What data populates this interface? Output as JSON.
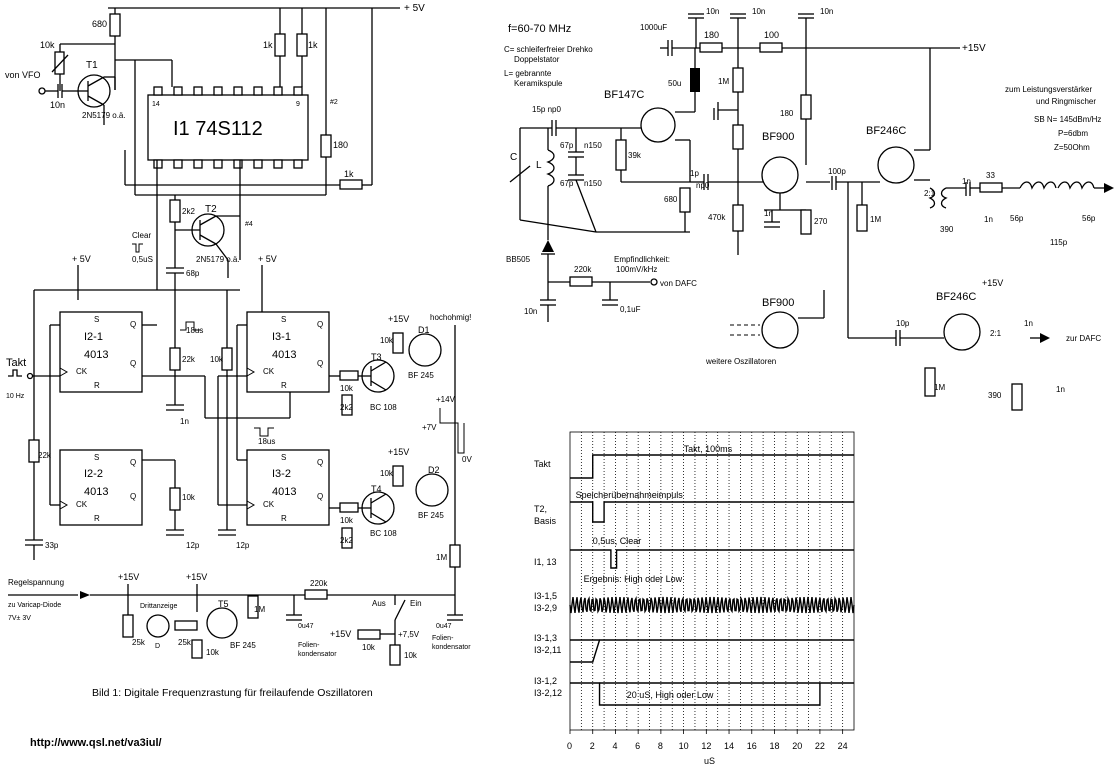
{
  "left": {
    "supply_5v": "+ 5V",
    "r680": "680",
    "r10k_top": "10k",
    "von_vfo": "von VFO",
    "c10n": "10n",
    "t1": "T1",
    "t1_type": "2N5179 o.ä.",
    "i1": "I1  74S112",
    "r1k_a": "1k",
    "r1k_b": "1k",
    "pin14": "14",
    "pin9": "9",
    "pin2_note": "#2",
    "r180": "180",
    "r1k_c": "1k",
    "clear": "Clear",
    "clear_time": "0,5uS",
    "r2k2": "2k2",
    "t2": "T2",
    "t2_type": "2N5179 o.ä.",
    "pin4_note": "#4",
    "c68p": "68p",
    "plus5v_a": "+ 5V",
    "plus5v_b": "+ 5V",
    "i2_1": "I2-1",
    "i2_1_type": "4013",
    "i2_2": "I2-2",
    "i2_2_type": "4013",
    "i3_1": "I3-1",
    "i3_1_type": "4013",
    "i3_2": "I3-2",
    "i3_2_type": "4013",
    "takt": "Takt",
    "takt_hz": "10 Hz",
    "pulse18": "18us",
    "r22k_a": "22k",
    "r22k_b": "22k",
    "c1n": "1n",
    "r10k_mid": "10k",
    "pulse18b": "18us",
    "r10k_i2": "10k",
    "c33p": "33p",
    "c12p_a": "12p",
    "c12p_b": "12p",
    "plus15v_t3": "+15V",
    "d1": "D1",
    "hochohmig": "hochohmig!",
    "t3": "T3",
    "bf245_a": "BF 245",
    "bc108_a": "BC 108",
    "r10k_t3": "10k",
    "r10k_t3b": "10k",
    "r2k2_t3": "2k2",
    "plus14v": "+14V",
    "plus7v": "+7V",
    "zero_v": "0V",
    "plus15v_t4": "+15V",
    "d2": "D2",
    "t4": "T4",
    "bf245_b": "BF 245",
    "bc108_b": "BC 108",
    "r10k_t4": "10k",
    "r10k_t4b": "10k",
    "r2k2_t4": "2k2",
    "r1m": "1M",
    "regelspannung": "Regelspannung",
    "varicap": "zu Varicap-Diode",
    "range": "7V± 3V",
    "plus15v_l1": "+15V",
    "plus15v_l2": "+15V",
    "dritanzeige": "Drittanzeige",
    "t5": "T5",
    "r25k_a": "25k",
    "d_label": "D",
    "r25k_b": "25k",
    "r10k_t5": "10k",
    "r1m_t5": "1M",
    "bf245_c": "BF 245",
    "r220k": "220k",
    "c0u47_a": "0u47",
    "folien_a1": "Folien-",
    "folien_a2": "kondensator",
    "aus": "Aus",
    "ein": "Ein",
    "plus15v_sw": "+15V",
    "r10k_sw": "10k",
    "plus7v5": "+7,5V",
    "r10k_sw2": "10k",
    "c0u47_b": "0u47",
    "folien_b1": "Folien-",
    "folien_b2": "kondensator",
    "caption": "Bild 1: Digitale Frequenzrastung für freilaufende Oszillatoren",
    "url": "http://www.qsl.net/va3iul/"
  },
  "right": {
    "freq": "f=60-70 MHz",
    "c_note": "C= schleiferfreier Drehko",
    "c_note2": "Doppelstator",
    "l_note": "L= gebrannte",
    "l_note2": "Keramikspule",
    "c1000u": "1000uF",
    "c10n_a": "10n",
    "c10n_b": "10n",
    "c10n_c": "10n",
    "r180_a": "180",
    "r100": "100",
    "plus15v": "+15V",
    "c15p": "15p  np0",
    "bf147c": "BF147C",
    "l50u": "50u",
    "r1m_a": "1M",
    "r180_b": "180",
    "zum_lv": "zum Leistungsverstärker",
    "ringmischer": "und Ringmischer",
    "sbn": "SB N= 145dBm/Hz",
    "p6": "P=6dbm",
    "z50": "Z=50Ohm",
    "c_lbl": "C",
    "l_lbl": "L",
    "c67p_a": "67p",
    "n150_a": "n150",
    "c67p_b": "67p",
    "n150_b": "n150",
    "r39k": "39k",
    "bf900_a": "BF900",
    "bf246c_a": "BF246C",
    "c1p": "1p",
    "np0": "np0",
    "c100p": "100p",
    "ratio_a": "2:1",
    "c1n_a": "1n",
    "r33": "33",
    "c56p_a": "56p",
    "c56p_b": "56p",
    "c115p": "115p",
    "r680": "680",
    "r470k": "470k",
    "c1n_b": "1n",
    "r270": "270",
    "r1m_b": "1M",
    "r390_a": "390",
    "c1n_c": "1n",
    "bb505": "BB505",
    "empf1": "Empfindlichkeit:",
    "empf2": "100mV/kHz",
    "r220k": "220k",
    "von_dafc": "von DAFC",
    "c10n_d": "10n",
    "c0_1uf": "0,1uF",
    "bf900_b": "BF900",
    "weitere": "weitere Oszillatoren",
    "bf246c_b": "BF246C",
    "plus15v_b": "+15V",
    "c10p": "10p",
    "ratio_b": "2:1",
    "c1n_d": "1n",
    "zur_dafc": "zur DAFC",
    "r1m_c": "1M",
    "r390_b": "390",
    "c1n_e": "1n"
  },
  "timing": {
    "xlabel": "uS",
    "ticks": [
      "0",
      "2",
      "4",
      "6",
      "8",
      "10",
      "12",
      "14",
      "16",
      "18",
      "20",
      "22",
      "24"
    ],
    "rows": [
      {
        "label": [
          "Takt"
        ],
        "note": "Takt, 100ms"
      },
      {
        "label": [
          "T2,",
          "Basis"
        ],
        "note": "Speicherübernahmeimpuls"
      },
      {
        "label": [
          "I1, 13"
        ],
        "note": "0,5us, Clear"
      },
      {
        "label": [
          "I3-1,5",
          "I3-2,9"
        ],
        "note": "Ergebnis: High oder Low"
      },
      {
        "label": [
          "I3-1,3",
          "I3-2,11"
        ],
        "note": ""
      },
      {
        "label": [
          "I3-1,2",
          "I3-2,12"
        ],
        "note": "20 uS, High oder Low"
      }
    ]
  }
}
